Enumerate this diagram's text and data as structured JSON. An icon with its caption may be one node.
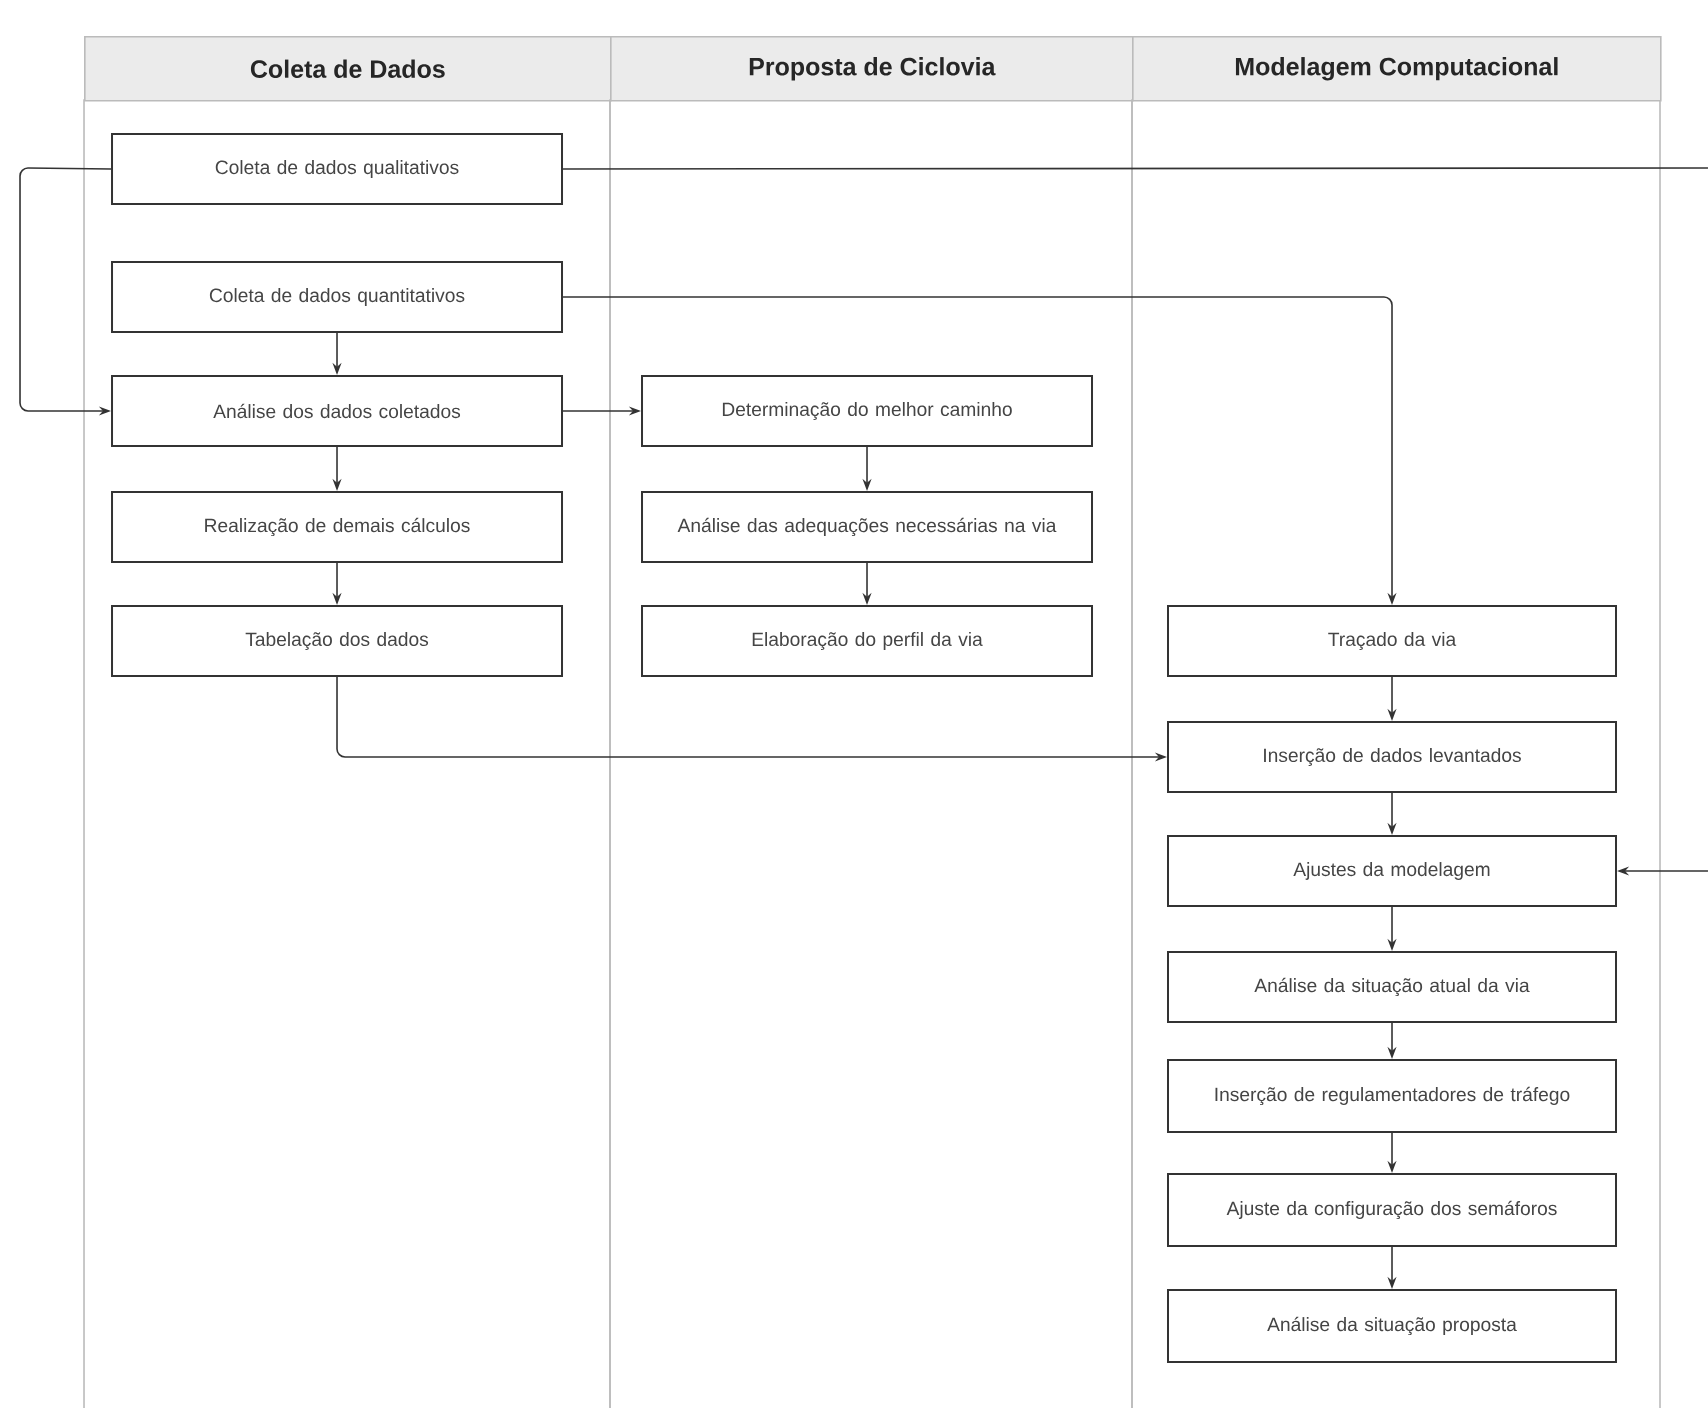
{
  "diagram": {
    "nodes": [
      {
        "text": [
          "Coleta de Dados"
        ]
      },
      {
        "text": [
          "Proposta de Ciclovia"
        ]
      },
      {
        "text": [
          "Modelagem Computacional"
        ]
      },
      {
        "text": [
          "Coleta de dados qualitativos"
        ],
        "in": 0
      },
      {
        "text": [
          "Coleta de dados quantitativos"
        ],
        "in": 0
      },
      {
        "text": [
          "Análise dos dados coletados"
        ],
        "in": 0
      },
      {
        "text": [
          "Realização de demais cálculos"
        ],
        "in": 0
      },
      {
        "text": [
          "Tabelação dos dados"
        ],
        "in": 0
      },
      {
        "text": [
          "Determinação do melhor caminho"
        ],
        "in": 1
      },
      {
        "text": [
          "Análise das adequações necessárias na via"
        ],
        "in": 1
      },
      {
        "text": [
          "Elaboração do perfil da via"
        ],
        "in": 1
      },
      {
        "text": [
          "Traçado da via"
        ],
        "in": 2
      },
      {
        "text": [
          "Inserção de dados levantados"
        ],
        "in": 2
      },
      {
        "text": [
          "Ajustes da modelagem"
        ],
        "in": 2
      },
      {
        "text": [
          "Análise da situação atual da via"
        ],
        "in": 2
      },
      {
        "text": [
          "Inserção de regulamentadores de tráfego"
        ],
        "in": 2
      },
      {
        "text": [
          "Ajuste da configuração dos semáforos"
        ],
        "in": 2
      },
      {
        "text": [
          "Análise da situação proposta"
        ],
        "in": 2
      }
    ],
    "edges": [
      {
        "from": 3,
        "to": 5,
        "arrow": "to"
      },
      {
        "from": 4,
        "to": 5,
        "arrow": "to"
      },
      {
        "from": 4,
        "to": 11,
        "arrow": "to"
      },
      {
        "from": 5,
        "to": 6,
        "arrow": "to"
      },
      {
        "from": 6,
        "to": 7,
        "arrow": "to"
      },
      {
        "from": 5,
        "to": 8,
        "arrow": "to"
      },
      {
        "from": 8,
        "to": 9,
        "arrow": "to"
      },
      {
        "from": 9,
        "to": 10,
        "arrow": "to"
      },
      {
        "from": 7,
        "to": 12,
        "arrow": "to"
      },
      {
        "from": 3,
        "to": 13,
        "arrow": "to"
      },
      {
        "from": 11,
        "to": 12,
        "arrow": "to"
      },
      {
        "from": 12,
        "to": 13,
        "arrow": "to"
      },
      {
        "from": 13,
        "to": 14,
        "arrow": "to"
      },
      {
        "from": 14,
        "to": 15,
        "arrow": "to"
      },
      {
        "from": 15,
        "to": 16,
        "arrow": "to"
      },
      {
        "from": 16,
        "to": 17,
        "arrow": "to"
      }
    ]
  }
}
